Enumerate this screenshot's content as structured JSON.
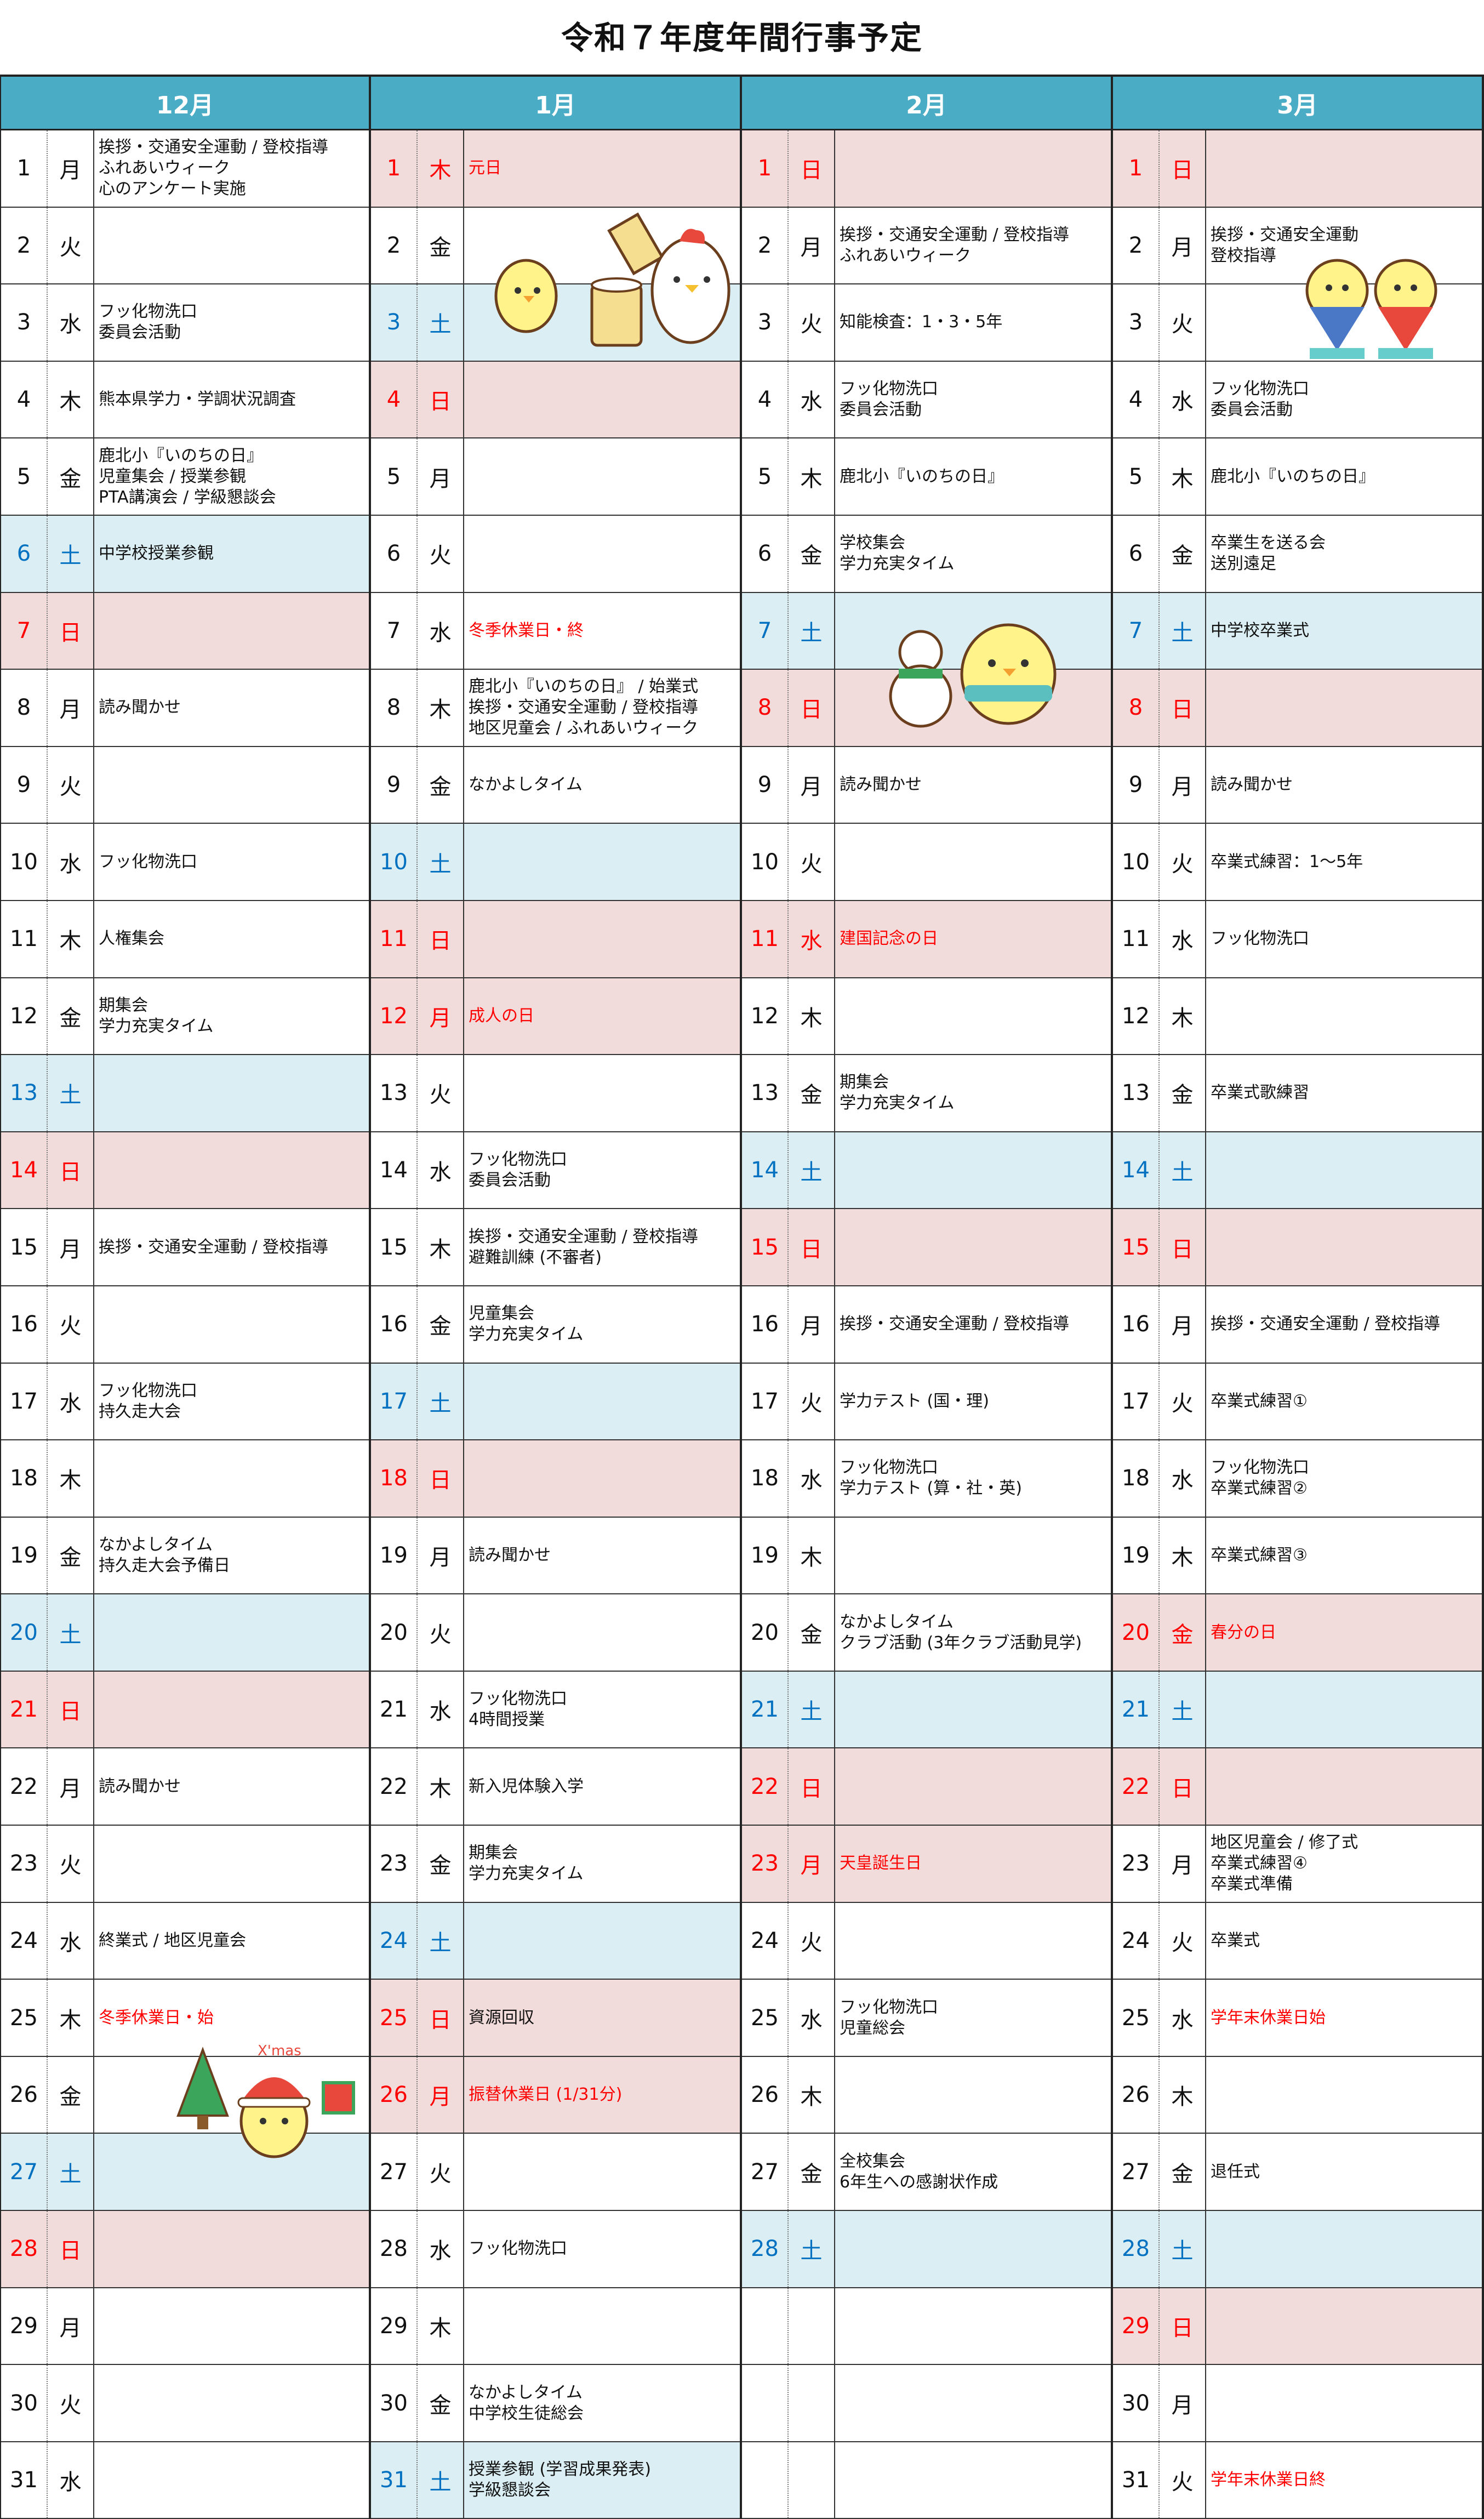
{
  "title": "令和７年度年間行事予定",
  "colors": {
    "header": "#4BACC6",
    "saturday_bg": "#DAEEF3",
    "sunday_bg": "#F2DCDB",
    "red": "#FF0000",
    "blue": "#0070C0"
  },
  "months": [
    {
      "label": "12月",
      "days": [
        [
          "1",
          "月",
          [
            "挨拶・交通安全運動 / 登校指導",
            "ふれあいウィーク",
            "心のアンケート実施"
          ],
          ""
        ],
        [
          "2",
          "火",
          [],
          ""
        ],
        [
          "3",
          "水",
          [
            "フッ化物洗口",
            "委員会活動"
          ],
          ""
        ],
        [
          "4",
          "木",
          [
            "熊本県学力・学調状況調査"
          ],
          ""
        ],
        [
          "5",
          "金",
          [
            "鹿北小『いのちの日』",
            "児童集会 / 授業参観",
            "PTA講演会 / 学級懇談会"
          ],
          ""
        ],
        [
          "6",
          "土",
          [
            "中学校授業参観"
          ],
          ""
        ],
        [
          "7",
          "日",
          [],
          ""
        ],
        [
          "8",
          "月",
          [
            "読み聞かせ"
          ],
          ""
        ],
        [
          "9",
          "火",
          [],
          ""
        ],
        [
          "10",
          "水",
          [
            "フッ化物洗口"
          ],
          ""
        ],
        [
          "11",
          "木",
          [
            "人権集会"
          ],
          ""
        ],
        [
          "12",
          "金",
          [
            "期集会",
            "学力充実タイム"
          ],
          ""
        ],
        [
          "13",
          "土",
          [],
          ""
        ],
        [
          "14",
          "日",
          [],
          ""
        ],
        [
          "15",
          "月",
          [
            "挨拶・交通安全運動 / 登校指導"
          ],
          ""
        ],
        [
          "16",
          "火",
          [],
          ""
        ],
        [
          "17",
          "水",
          [
            "フッ化物洗口",
            "持久走大会"
          ],
          ""
        ],
        [
          "18",
          "木",
          [],
          ""
        ],
        [
          "19",
          "金",
          [
            "なかよしタイム",
            "持久走大会予備日"
          ],
          ""
        ],
        [
          "20",
          "土",
          [],
          ""
        ],
        [
          "21",
          "日",
          [],
          ""
        ],
        [
          "22",
          "月",
          [
            "読み聞かせ"
          ],
          ""
        ],
        [
          "23",
          "火",
          [],
          ""
        ],
        [
          "24",
          "水",
          [
            "終業式 / 地区児童会"
          ],
          ""
        ],
        [
          "25",
          "木",
          [
            "冬季休業日・始"
          ],
          "r"
        ],
        [
          "26",
          "金",
          [],
          ""
        ],
        [
          "27",
          "土",
          [],
          ""
        ],
        [
          "28",
          "日",
          [],
          ""
        ],
        [
          "29",
          "月",
          [],
          ""
        ],
        [
          "30",
          "火",
          [],
          ""
        ],
        [
          "31",
          "水",
          [],
          ""
        ]
      ]
    },
    {
      "label": "1月",
      "days": [
        [
          "1",
          "木",
          [
            "元日"
          ],
          "hr"
        ],
        [
          "2",
          "金",
          [],
          ""
        ],
        [
          "3",
          "土",
          [],
          ""
        ],
        [
          "4",
          "日",
          [],
          ""
        ],
        [
          "5",
          "月",
          [],
          ""
        ],
        [
          "6",
          "火",
          [],
          ""
        ],
        [
          "7",
          "水",
          [
            "冬季休業日・終"
          ],
          "r"
        ],
        [
          "8",
          "木",
          [
            "鹿北小『いのちの日』 / 始業式",
            "挨拶・交通安全運動 / 登校指導",
            "地区児童会 / ふれあいウィーク"
          ],
          ""
        ],
        [
          "9",
          "金",
          [
            "なかよしタイム"
          ],
          ""
        ],
        [
          "10",
          "土",
          [],
          ""
        ],
        [
          "11",
          "日",
          [],
          ""
        ],
        [
          "12",
          "月",
          [
            "成人の日"
          ],
          "hr"
        ],
        [
          "13",
          "火",
          [],
          ""
        ],
        [
          "14",
          "水",
          [
            "フッ化物洗口",
            "委員会活動"
          ],
          ""
        ],
        [
          "15",
          "木",
          [
            "挨拶・交通安全運動 / 登校指導",
            "避難訓練 (不審者)"
          ],
          ""
        ],
        [
          "16",
          "金",
          [
            "児童集会",
            "学力充実タイム"
          ],
          ""
        ],
        [
          "17",
          "土",
          [],
          ""
        ],
        [
          "18",
          "日",
          [],
          ""
        ],
        [
          "19",
          "月",
          [
            "読み聞かせ"
          ],
          ""
        ],
        [
          "20",
          "火",
          [],
          ""
        ],
        [
          "21",
          "水",
          [
            "フッ化物洗口",
            "4時間授業"
          ],
          ""
        ],
        [
          "22",
          "木",
          [
            "新入児体験入学"
          ],
          ""
        ],
        [
          "23",
          "金",
          [
            "期集会",
            "学力充実タイム"
          ],
          ""
        ],
        [
          "24",
          "土",
          [],
          ""
        ],
        [
          "25",
          "日",
          [
            "資源回収"
          ],
          ""
        ],
        [
          "26",
          "月",
          [
            "振替休業日 (1/31分)"
          ],
          "hr"
        ],
        [
          "27",
          "火",
          [],
          ""
        ],
        [
          "28",
          "水",
          [
            "フッ化物洗口"
          ],
          ""
        ],
        [
          "29",
          "木",
          [],
          ""
        ],
        [
          "30",
          "金",
          [
            "なかよしタイム",
            "中学校生徒総会"
          ],
          ""
        ],
        [
          "31",
          "土",
          [
            "授業参観 (学習成果発表)",
            "学級懇談会"
          ],
          ""
        ]
      ]
    },
    {
      "label": "2月",
      "days": [
        [
          "1",
          "日",
          [],
          ""
        ],
        [
          "2",
          "月",
          [
            "挨拶・交通安全運動 / 登校指導",
            "ふれあいウィーク"
          ],
          ""
        ],
        [
          "3",
          "火",
          [
            "知能検査：1・3・5年"
          ],
          ""
        ],
        [
          "4",
          "水",
          [
            "フッ化物洗口",
            "委員会活動"
          ],
          ""
        ],
        [
          "5",
          "木",
          [
            "鹿北小『いのちの日』"
          ],
          ""
        ],
        [
          "6",
          "金",
          [
            "学校集会",
            "学力充実タイム"
          ],
          ""
        ],
        [
          "7",
          "土",
          [],
          ""
        ],
        [
          "8",
          "日",
          [],
          ""
        ],
        [
          "9",
          "月",
          [
            "読み聞かせ"
          ],
          ""
        ],
        [
          "10",
          "火",
          [],
          ""
        ],
        [
          "11",
          "水",
          [
            "建国記念の日"
          ],
          "hr"
        ],
        [
          "12",
          "木",
          [],
          ""
        ],
        [
          "13",
          "金",
          [
            "期集会",
            "学力充実タイム"
          ],
          ""
        ],
        [
          "14",
          "土",
          [],
          ""
        ],
        [
          "15",
          "日",
          [],
          ""
        ],
        [
          "16",
          "月",
          [
            "挨拶・交通安全運動 / 登校指導"
          ],
          ""
        ],
        [
          "17",
          "火",
          [
            "学力テスト (国・理)"
          ],
          ""
        ],
        [
          "18",
          "水",
          [
            "フッ化物洗口",
            "学力テスト (算・社・英)"
          ],
          ""
        ],
        [
          "19",
          "木",
          [],
          ""
        ],
        [
          "20",
          "金",
          [
            "なかよしタイム",
            "クラブ活動 (3年クラブ活動見学)"
          ],
          ""
        ],
        [
          "21",
          "土",
          [],
          ""
        ],
        [
          "22",
          "日",
          [],
          ""
        ],
        [
          "23",
          "月",
          [
            "天皇誕生日"
          ],
          "hr"
        ],
        [
          "24",
          "火",
          [],
          ""
        ],
        [
          "25",
          "水",
          [
            "フッ化物洗口",
            "児童総会"
          ],
          ""
        ],
        [
          "26",
          "木",
          [],
          ""
        ],
        [
          "27",
          "金",
          [
            "全校集会",
            "6年生への感謝状作成"
          ],
          ""
        ],
        [
          "28",
          "土",
          [],
          ""
        ],
        [
          "",
          "",
          [],
          ""
        ],
        [
          "",
          "",
          [],
          ""
        ],
        [
          "",
          "",
          [],
          ""
        ]
      ]
    },
    {
      "label": "3月",
      "days": [
        [
          "1",
          "日",
          [],
          ""
        ],
        [
          "2",
          "月",
          [
            "挨拶・交通安全運動",
            "登校指導"
          ],
          ""
        ],
        [
          "3",
          "火",
          [],
          ""
        ],
        [
          "4",
          "水",
          [
            "フッ化物洗口",
            "委員会活動"
          ],
          ""
        ],
        [
          "5",
          "木",
          [
            "鹿北小『いのちの日』"
          ],
          ""
        ],
        [
          "6",
          "金",
          [
            "卒業生を送る会",
            "送別遠足"
          ],
          ""
        ],
        [
          "7",
          "土",
          [
            "中学校卒業式"
          ],
          ""
        ],
        [
          "8",
          "日",
          [],
          ""
        ],
        [
          "9",
          "月",
          [
            "読み聞かせ"
          ],
          ""
        ],
        [
          "10",
          "火",
          [
            "卒業式練習：1～5年"
          ],
          ""
        ],
        [
          "11",
          "水",
          [
            "フッ化物洗口"
          ],
          ""
        ],
        [
          "12",
          "木",
          [],
          ""
        ],
        [
          "13",
          "金",
          [
            "卒業式歌練習"
          ],
          ""
        ],
        [
          "14",
          "土",
          [],
          ""
        ],
        [
          "15",
          "日",
          [],
          ""
        ],
        [
          "16",
          "月",
          [
            "挨拶・交通安全運動 / 登校指導"
          ],
          ""
        ],
        [
          "17",
          "火",
          [
            "卒業式練習①"
          ],
          ""
        ],
        [
          "18",
          "水",
          [
            "フッ化物洗口",
            "卒業式練習②"
          ],
          ""
        ],
        [
          "19",
          "木",
          [
            "卒業式練習③"
          ],
          ""
        ],
        [
          "20",
          "金",
          [
            "春分の日"
          ],
          "hr"
        ],
        [
          "21",
          "土",
          [],
          ""
        ],
        [
          "22",
          "日",
          [],
          ""
        ],
        [
          "23",
          "月",
          [
            "地区児童会 / 修了式",
            "卒業式練習④",
            "卒業式準備"
          ],
          ""
        ],
        [
          "24",
          "火",
          [
            "卒業式"
          ],
          ""
        ],
        [
          "25",
          "水",
          [
            "学年末休業日始"
          ],
          "r"
        ],
        [
          "26",
          "木",
          [],
          ""
        ],
        [
          "27",
          "金",
          [
            "退任式"
          ],
          ""
        ],
        [
          "28",
          "土",
          [],
          ""
        ],
        [
          "29",
          "日",
          [],
          ""
        ],
        [
          "30",
          "月",
          [],
          ""
        ],
        [
          "31",
          "火",
          [
            "学年末休業日終"
          ],
          "r"
        ]
      ]
    }
  ]
}
